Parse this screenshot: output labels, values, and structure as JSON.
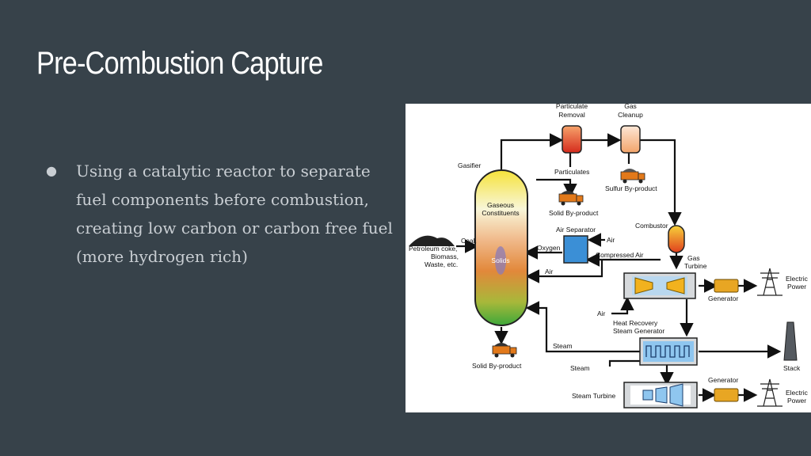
{
  "slide": {
    "title": "Pre-Combustion Capture",
    "bullets": [
      "Using a catalytic reactor to separate fuel components before combustion, creating low carbon or carbon free fuel (more hydrogen rich)"
    ]
  },
  "diagram": {
    "labels": {
      "particulate_removal_1": "Particulate",
      "particulate_removal_2": "Removal",
      "gas_cleanup_1": "Gas",
      "gas_cleanup_2": "Cleanup",
      "gasifier": "Gasifier",
      "particulates": "Particulates",
      "sulfur_byproduct": "Sulfur By-product",
      "gaseous_1": "Gaseous",
      "gaseous_2": "Constituents",
      "solid_byproduct_top": "Solid By-product",
      "combustor": "Combustor",
      "air_separator": "Air Separator",
      "air_right": "Air",
      "feed_1": "Coal,",
      "feed_2": "Petroleum coke,",
      "feed_3": "Biomass,",
      "feed_4": "Waste, etc.",
      "oxygen": "Oxygen",
      "compressed_air": "Compressed Air",
      "solids": "Solids",
      "gas_turbine_1": "Gas",
      "gas_turbine_2": "Turbine",
      "air_lower": "Air",
      "generator_1": "Generator",
      "electric_power_1a": "Electric",
      "electric_power_1b": "Power",
      "air_to_turbine": "Air",
      "hrsg_1": "Heat Recovery",
      "hrsg_2": "Steam Generator",
      "steam_left": "Steam",
      "steam_bottom": "Steam",
      "solid_byproduct_bottom": "Solid By-product",
      "stack": "Stack",
      "generator_2": "Generator",
      "steam_turbine": "Steam Turbine",
      "electric_power_2a": "Electric",
      "electric_power_2b": "Power"
    },
    "colors": {
      "arrow": "#111111",
      "particulate_red": "#e8432b",
      "cleanup_orange": "#f5b38a",
      "combustor_orange": "#f27b1d",
      "air_sep_blue": "#3b8fd6",
      "turbine_yellow": "#f2b21e",
      "generator_gold": "#e8a623",
      "hrsg_blue": "#8fc6ef",
      "truck_orange": "#e2791a",
      "stack_gray": "#555a60"
    }
  }
}
